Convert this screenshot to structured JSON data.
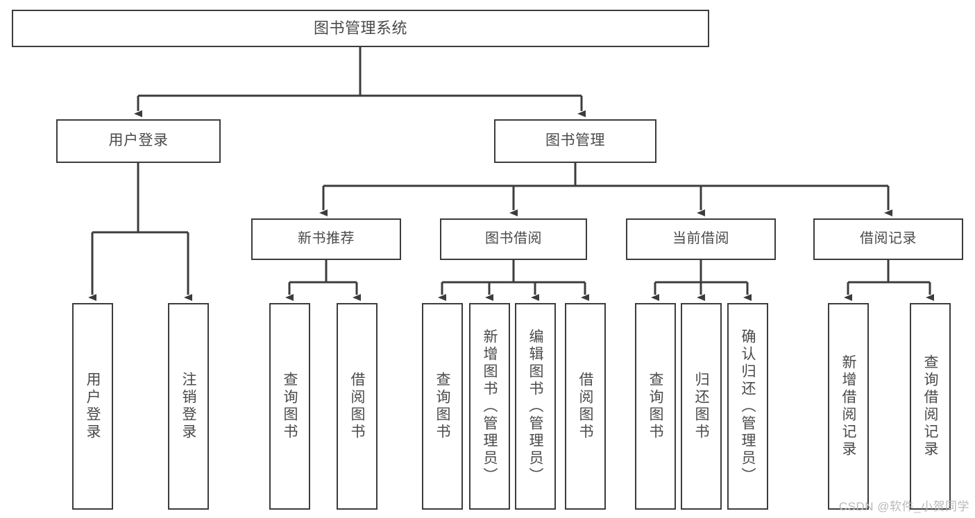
{
  "diagram": {
    "title": "图书管理系统",
    "type": "tree",
    "colors": {
      "stroke": "#3c3c3c",
      "text": "#4a4a4a",
      "background": "#ffffff",
      "watermark": "#b9b9b9"
    },
    "watermark": "CSDN @软件_小贺同学",
    "nodes": {
      "root": {
        "label": "图书管理系统"
      },
      "level2": [
        {
          "label": "用户登录"
        },
        {
          "label": "图书管理"
        }
      ],
      "level3": [
        {
          "label": "新书推荐"
        },
        {
          "label": "图书借阅"
        },
        {
          "label": "当前借阅"
        },
        {
          "label": "借阅记录"
        }
      ],
      "leaves_user_login": [
        {
          "label": "用户登录"
        },
        {
          "label": "注销登录"
        }
      ],
      "leaves_new_book": [
        {
          "label": "查询图书"
        },
        {
          "label": "借阅图书"
        }
      ],
      "leaves_borrow": [
        {
          "label": "查询图书"
        },
        {
          "label": "新增图书（管理员）"
        },
        {
          "label": "编辑图书（管理员）"
        },
        {
          "label": "借阅图书"
        }
      ],
      "leaves_current": [
        {
          "label": "查询图书"
        },
        {
          "label": "归还图书"
        },
        {
          "label": "确认归还（管理员）"
        }
      ],
      "leaves_record": [
        {
          "label": "新增借阅记录"
        },
        {
          "label": "查询借阅记录"
        }
      ]
    }
  }
}
